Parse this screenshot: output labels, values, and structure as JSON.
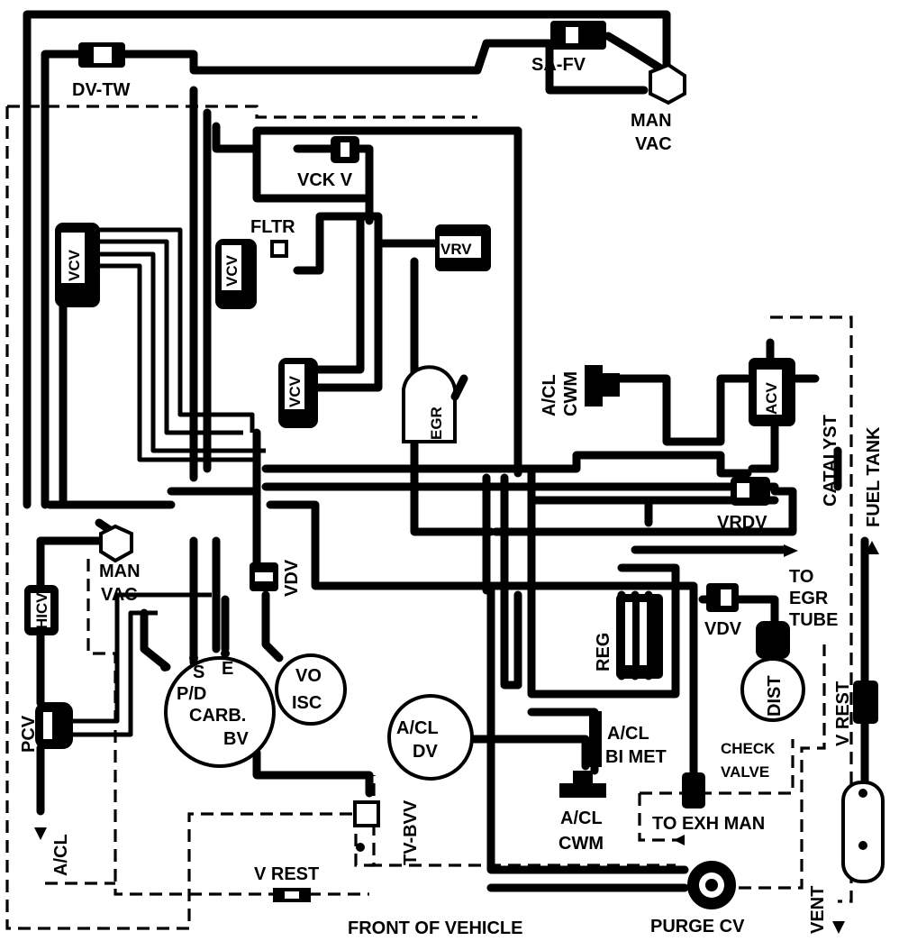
{
  "labels": {
    "dv_tw": "DV-TW",
    "sa_fv": "SA-FV",
    "man_vac_top_1": "MAN",
    "man_vac_top_2": "VAC",
    "vck_v": "VCK V",
    "fltr": "FLTR",
    "vrv": "VRV",
    "vcv": "VCV",
    "egr": "EGR",
    "acl_cwm_top_1": "A/CL",
    "acl_cwm_top_2": "CWM",
    "acv": "ACV",
    "catalyst": "CATALYST",
    "fuel_tank": "FUEL TANK",
    "vrdv": "VRDV",
    "man_vac_left_1": "MAN",
    "man_vac_left_2": "VAC",
    "hicv": "HICV",
    "vdv": "VDV",
    "to_egr_1": "TO",
    "to_egr_2": "EGR",
    "to_egr_3": "TUBE",
    "reg": "REG",
    "dist": "DIST",
    "v_rest_right": "V REST",
    "carb_s": "S",
    "carb_e": "E",
    "carb_pd": "P/D",
    "carb": "CARB.",
    "carb_bv": "BV",
    "vo": "VO",
    "isc": "ISC",
    "acl_dv_1": "A/CL",
    "acl_dv_2": "DV",
    "acl_bimet_1": "A/CL",
    "acl_bimet_2": "BI MET",
    "check_valve_1": "CHECK",
    "check_valve_2": "VALVE",
    "pcv": "PCV",
    "acl_left": "A/CL",
    "tv_bvv": "TV-BVV",
    "acl_cwm_bottom_1": "A/CL",
    "acl_cwm_bottom_2": "CWM",
    "to_exh_man": "TO EXH MAN",
    "v_rest_bottom": "V REST",
    "front_of_vehicle": "FRONT OF VEHICLE",
    "purge_cv": "PURGE CV",
    "vent": "VENT"
  }
}
